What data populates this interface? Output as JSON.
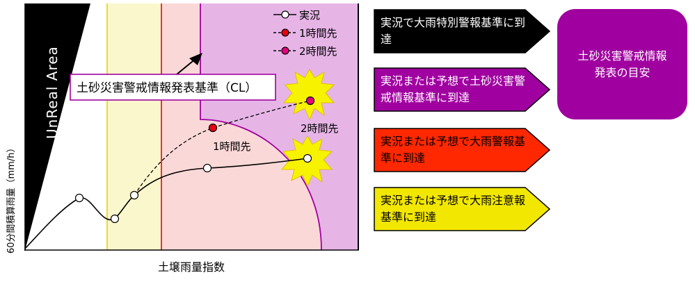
{
  "chart": {
    "y_axis_label": "60分間積算雨量（mm/h）",
    "x_axis_label": "土壌雨量指数",
    "unreal_area_label": "UnReal Area",
    "cl_label": "土砂災害警戒情報発表基準（CL）",
    "label_1h": "1時間先",
    "label_2h": "2時間先",
    "legend": [
      {
        "label": "実況",
        "marker_color": "#ffffff",
        "line": "solid"
      },
      {
        "label": "1時間先",
        "marker_color": "#e60012",
        "line": "dashed"
      },
      {
        "label": "2時間先",
        "marker_color": "#e4007f",
        "line": "dashed"
      }
    ],
    "colors": {
      "yellow_zone": "#fbf7cc",
      "red_zone": "#fbd8d8",
      "purple_zone": "#e6b5e6",
      "yellow_line": "#e6d200",
      "red_line": "#e60012",
      "purple_line": "#a000a0"
    }
  },
  "criteria": [
    {
      "text": "実況で大雨特別警報基準に到達",
      "fill": "#000000",
      "text_color": "#ffffff"
    },
    {
      "text": "実況または予想で土砂災害警戒情報基準に到達",
      "fill": "#a000a0",
      "text_color": "#ffffff"
    },
    {
      "text": "実況または予想で大雨警報基準に到達",
      "fill": "#ff2800",
      "text_color": "#000000"
    },
    {
      "text": "実況または予想で大雨注意報基準に到達",
      "fill": "#f2e700",
      "text_color": "#000000"
    }
  ],
  "guide": {
    "text": "土砂災害警戒情報\n発表の目安",
    "fill": "#a000a0"
  }
}
